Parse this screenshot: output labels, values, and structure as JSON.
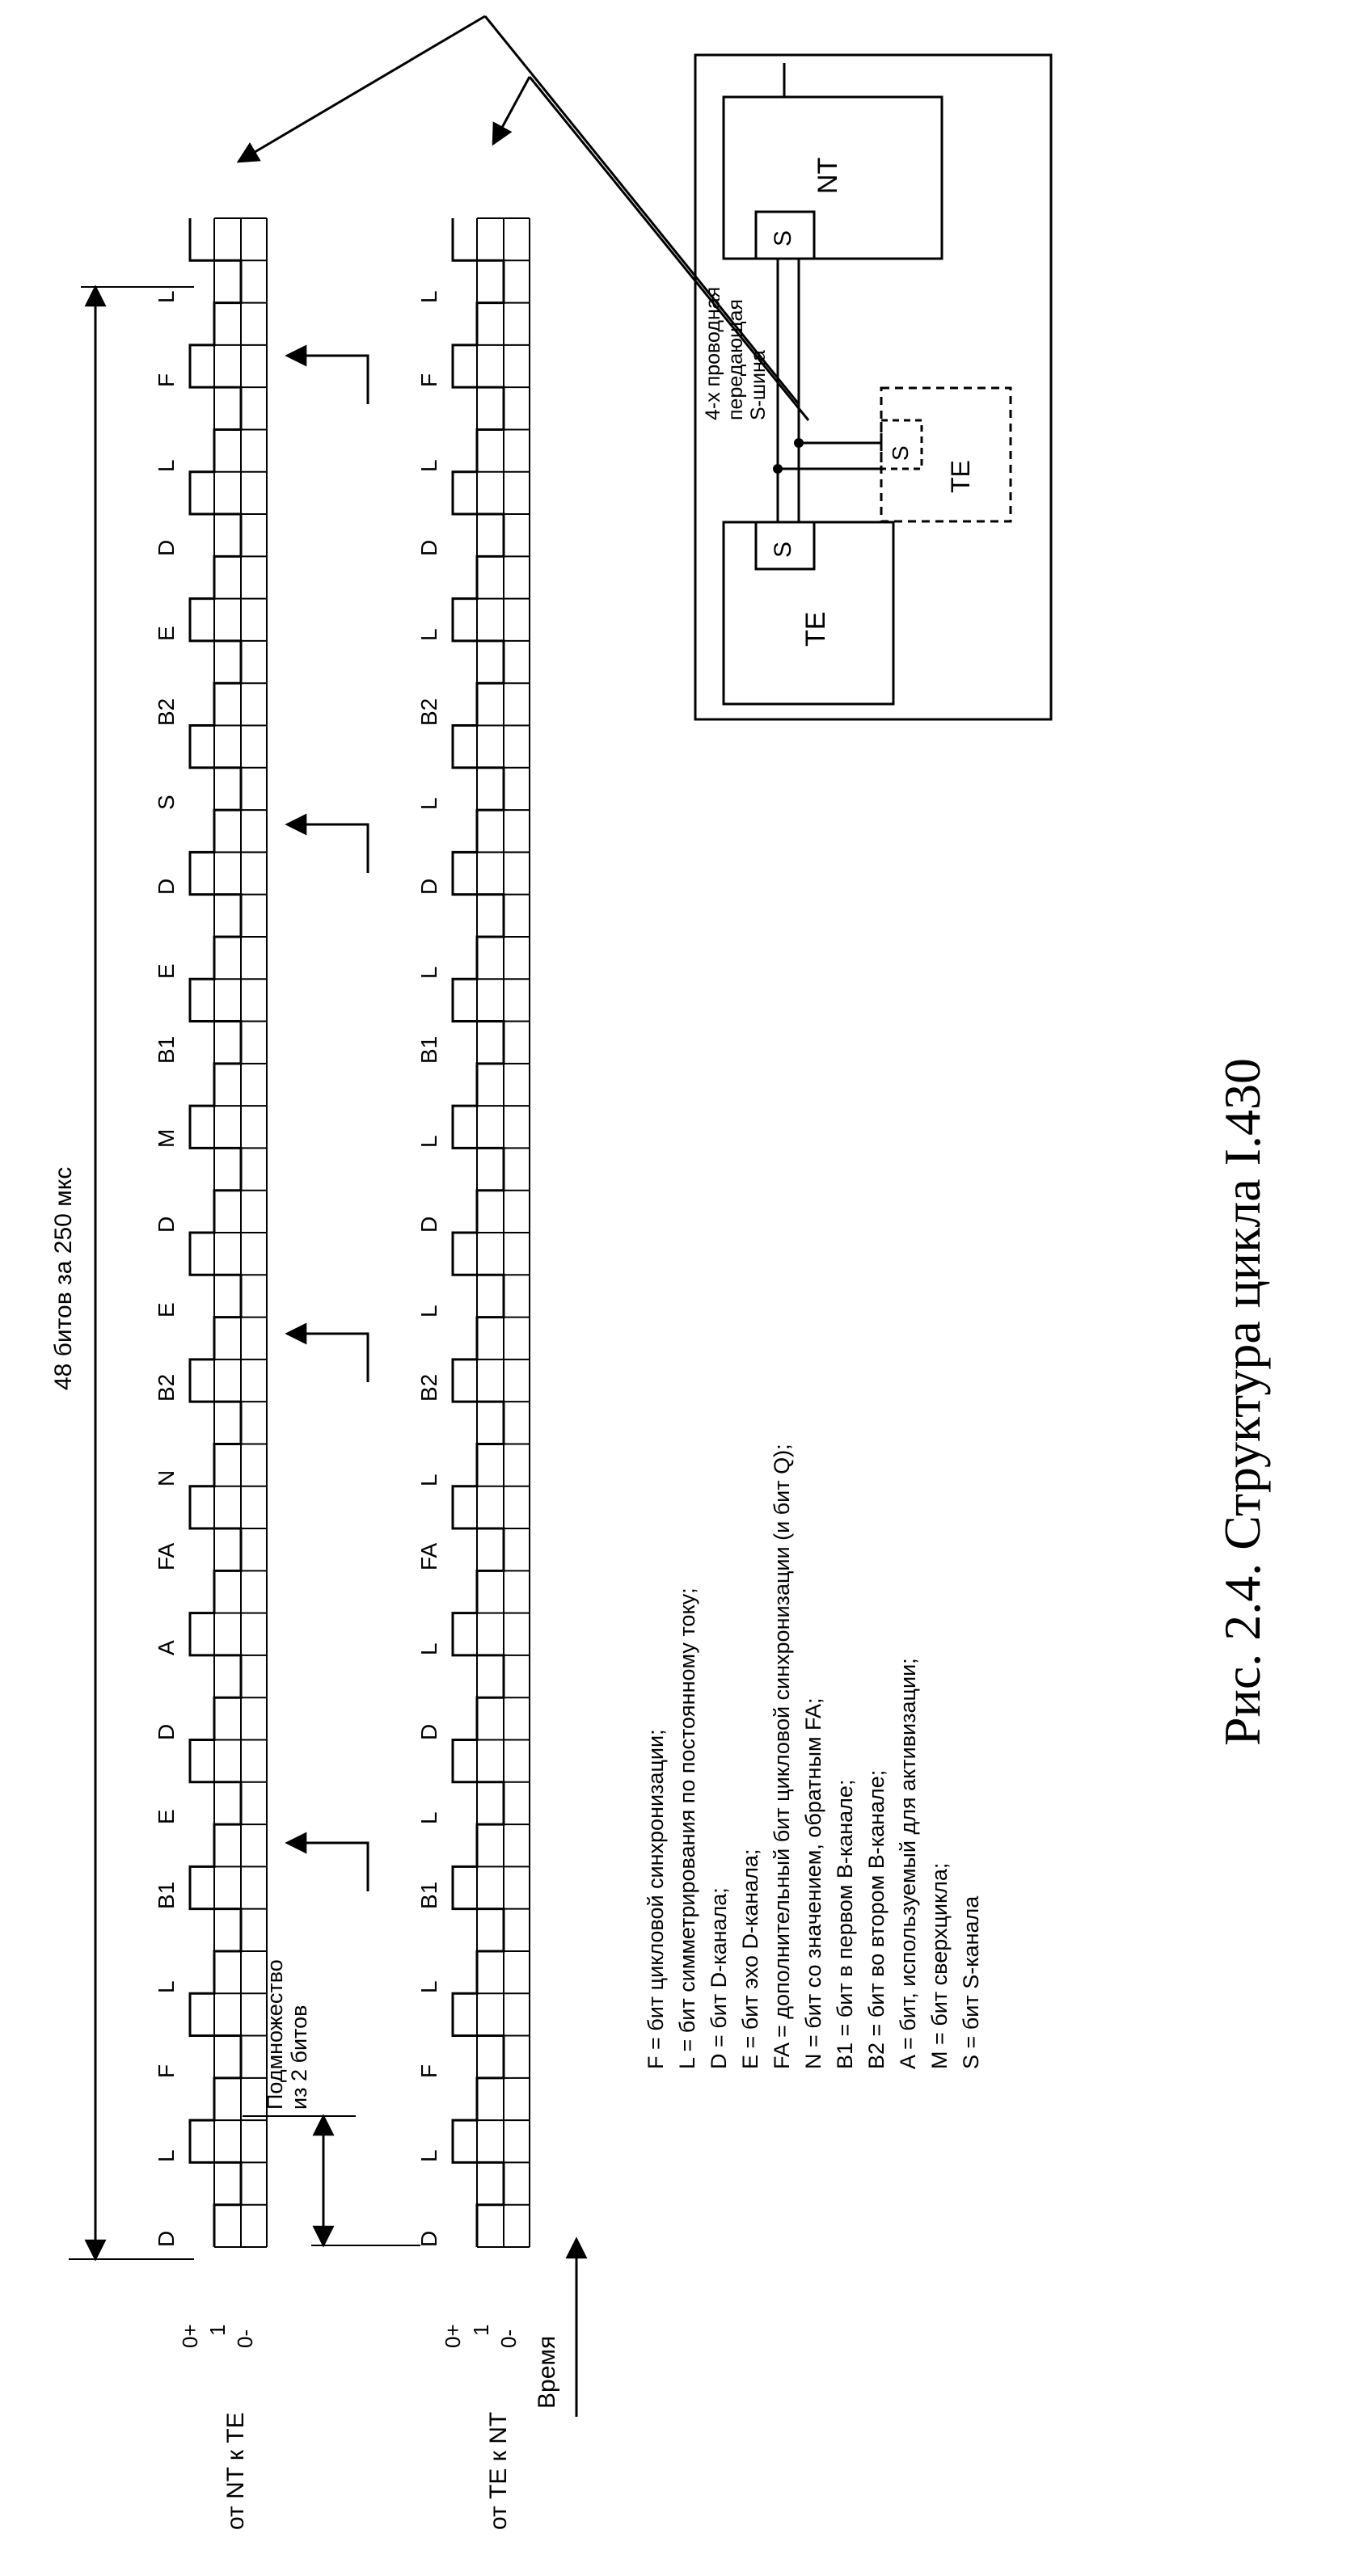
{
  "caption": "Рис. 2.4.  Структура цикла I.430",
  "top_measure_label": "48 битов за 250 мкс",
  "subset_label_line1": "Подмножество",
  "subset_label_line2": "из 2 битов",
  "time_label": "Время",
  "row_nt_to_te": {
    "direction_label": "от NT к TE",
    "levels": [
      "0+",
      "1",
      "0-"
    ],
    "bit_labels": [
      "D",
      "L",
      "F",
      "L",
      "B1",
      "E",
      "D",
      "A",
      "FA",
      "N",
      "B2",
      "E",
      "D",
      "M",
      "B1",
      "E",
      "D",
      "S",
      "B2",
      "E",
      "D",
      "L",
      "F",
      "L"
    ]
  },
  "row_te_to_nt": {
    "direction_label": "от TE к NT",
    "levels": [
      "0+",
      "1",
      "0-"
    ],
    "bit_labels": [
      "D",
      "L",
      "F",
      "L",
      "B1",
      "L",
      "D",
      "L",
      "FA",
      "L",
      "B2",
      "L",
      "D",
      "L",
      "B1",
      "L",
      "D",
      "L",
      "B2",
      "L",
      "D",
      "L",
      "F",
      "L"
    ]
  },
  "inset": {
    "nt_label": "NT",
    "te_label": "TE",
    "te_dashed_label": "TE",
    "s_label": "S",
    "bus_label_line1": "4-х проводная",
    "bus_label_line2": "передающая",
    "bus_label_line3": "S-шина"
  },
  "legend": [
    "F = бит цикловой синхронизации;",
    "L = бит симметрирования по постоянному току;",
    "D = бит D-канала;",
    "E = бит эхо D-канала;",
    "FA = дополнительный  бит цикловой синхронизации (и бит Q);",
    "N = бит со значением, обратным FA;",
    "B1 = бит в первом B-канале;",
    "B2 = бит во втором B-канале;",
    "A = бит, используемый для активизации;",
    "M = бит сверхцикла;",
    "S = бит S-канала"
  ]
}
